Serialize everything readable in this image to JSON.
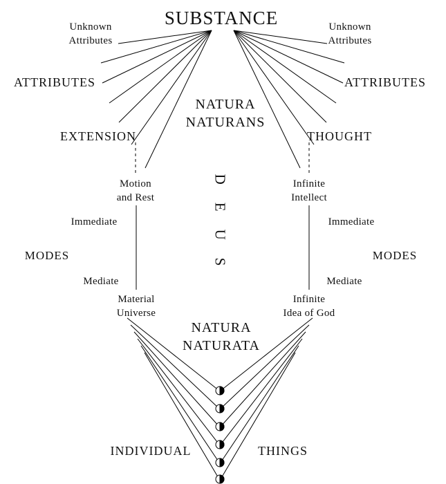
{
  "colors": {
    "line": "#000000",
    "background": "#ffffff",
    "text": "#111111"
  },
  "labels": {
    "substance": "SUBSTANCE",
    "unknown_attributes_left": "Unknown\nAttributes",
    "unknown_attributes_right": "Unknown\nAttributes",
    "attributes_left": "ATTRIBUTES",
    "attributes_right": "ATTRIBUTES",
    "natura_naturans": "NATURA\nNATURANS",
    "extension": "EXTENSION",
    "thought": "THOUGHT",
    "motion_and_rest": "Motion\nand Rest",
    "infinite_intellect": "Infinite\nIntellect",
    "deus": "DEUS",
    "immediate_left": "Immediate",
    "immediate_right": "Immediate",
    "modes_left": "MODES",
    "modes_right": "MODES",
    "mediate_left": "Mediate",
    "mediate_right": "Mediate",
    "material_universe": "Material\nUniverse",
    "infinite_idea_of_god": "Infinite\nIdea of God",
    "natura_naturata": "NATURA\nNATURATA",
    "individual": "INDIVIDUAL",
    "things": "THINGS"
  },
  "icons": {
    "individual_thing_marker": "half-filled-circle",
    "marker_count": 6
  }
}
